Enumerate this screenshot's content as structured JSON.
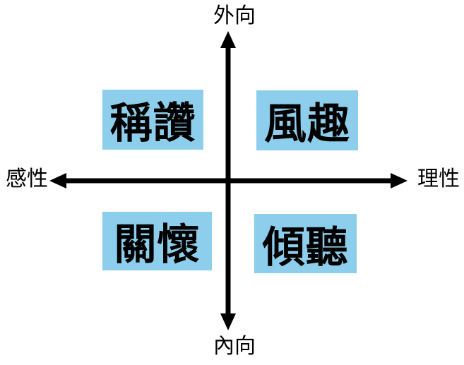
{
  "diagram": {
    "axes": {
      "top_label": "外向",
      "bottom_label": "內向",
      "left_label": "感性",
      "right_label": "理性"
    },
    "quadrants": [
      {
        "id": "top-left",
        "label": "稱讚"
      },
      {
        "id": "top-right",
        "label": "風趣"
      },
      {
        "id": "bottom-left",
        "label": "關懷"
      },
      {
        "id": "bottom-right",
        "label": "傾聽"
      }
    ],
    "colors": {
      "box_bg": "#8CCEEB",
      "axis": "#000000",
      "text": "#000000",
      "background": "#FFFFFF"
    }
  }
}
